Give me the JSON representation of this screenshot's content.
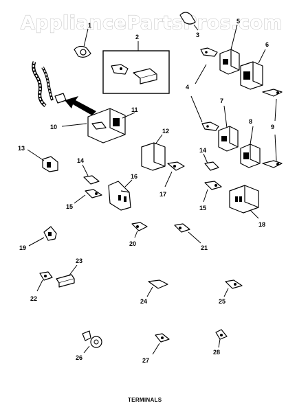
{
  "watermark": "AppliancePartsPros.com",
  "title": "TERMINALS",
  "callouts": {
    "c1": "1",
    "c2": "2",
    "c3": "3",
    "c4": "4",
    "c4b": "4",
    "c5": "5",
    "c6": "6",
    "c7": "7",
    "c8": "8",
    "c9": "9",
    "c10": "10",
    "c11": "11",
    "c12": "12",
    "c13": "13",
    "c14": "14",
    "c14b": "14",
    "c15": "15",
    "c15b": "15",
    "c16": "16",
    "c17": "17",
    "c18": "18",
    "c19": "19",
    "c20": "20",
    "c21": "21",
    "c22": "22",
    "c23": "23",
    "c24": "24",
    "c25": "25",
    "c26": "26",
    "c27": "27",
    "c28": "28"
  }
}
